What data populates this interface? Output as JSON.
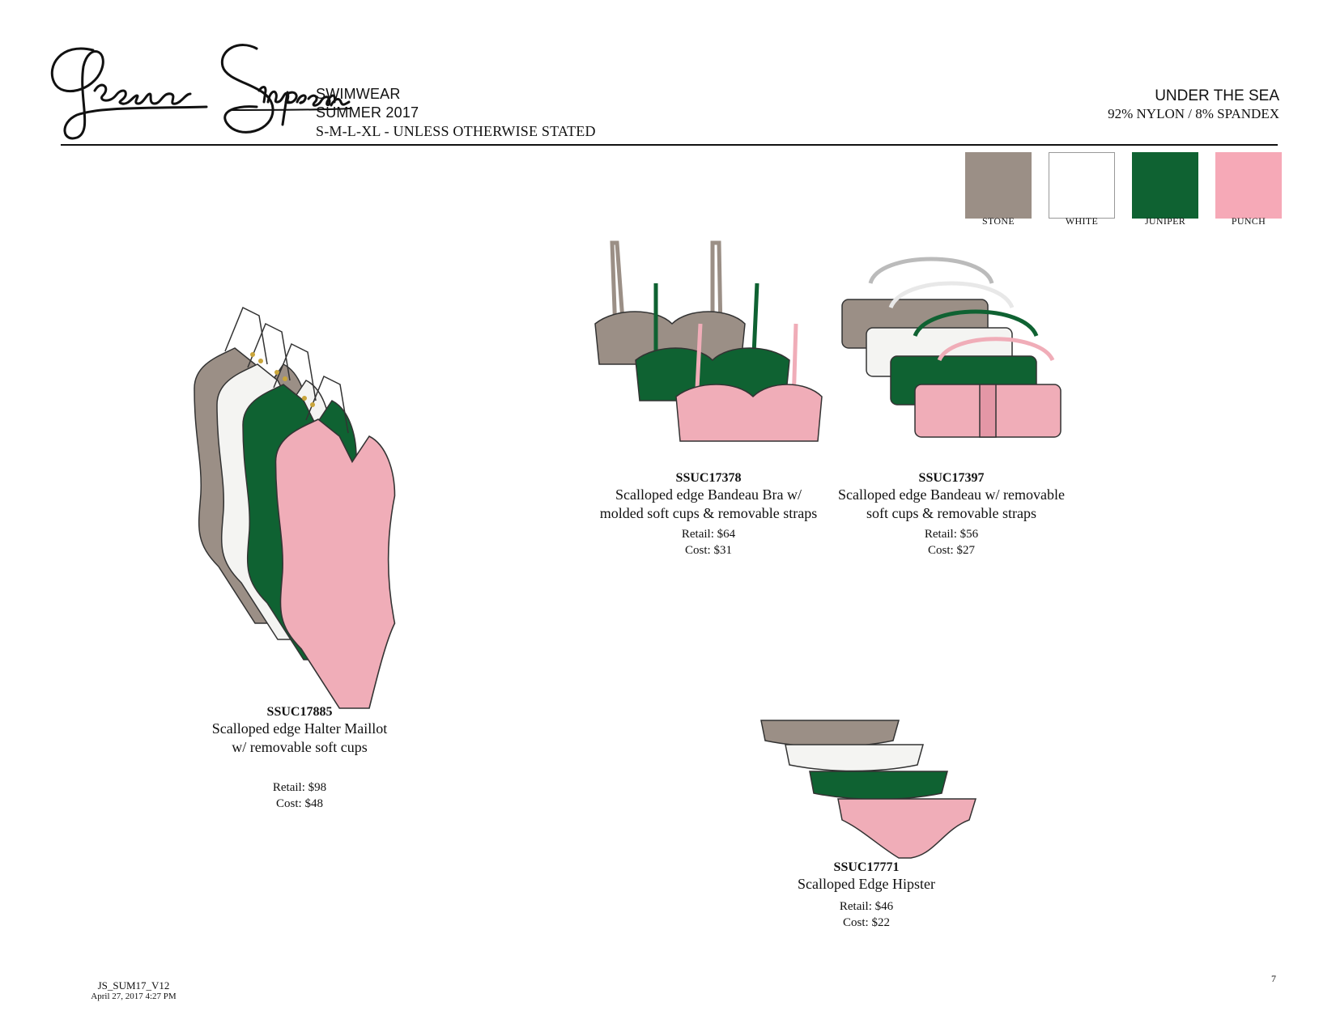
{
  "header": {
    "brand_logo_text": "Jessica Simpson",
    "category": "SWIMWEAR",
    "season": "SUMMER 2017",
    "sizes": "S-M-L-XL - UNLESS OTHERWISE STATED",
    "collection": "UNDER THE SEA",
    "fabric": "92% NYLON / 8% SPANDEX"
  },
  "swatches": [
    {
      "label": "STONE",
      "color": "#9b8f86"
    },
    {
      "label": "WHITE",
      "color": "#ffffff"
    },
    {
      "label": "JUNIPER",
      "color": "#0f6232"
    },
    {
      "label": "PUNCH",
      "color": "#f6a9b7"
    }
  ],
  "products": {
    "maillot": {
      "sku": "SSUC17885",
      "desc_line1": "Scalloped edge Halter Maillot",
      "desc_line2": "w/ removable soft cups",
      "retail": "Retail: $98",
      "cost": "Cost: $48"
    },
    "bra": {
      "sku": "SSUC17378",
      "desc_line1": "Scalloped edge Bandeau Bra w/",
      "desc_line2": "molded soft cups & removable straps",
      "retail": "Retail: $64",
      "cost": "Cost: $31"
    },
    "bandeau": {
      "sku": "SSUC17397",
      "desc_line1": "Scalloped edge Bandeau w/ removable",
      "desc_line2": "soft cups & removable straps",
      "retail": "Retail: $56",
      "cost": "Cost: $27"
    },
    "hipster": {
      "sku": "SSUC17771",
      "desc_line1": "Scalloped Edge Hipster",
      "retail": "Retail: $46",
      "cost": "Cost: $22"
    }
  },
  "footer": {
    "doc_code": "JS_SUM17_V12",
    "date": "April 27, 2017 4:27 PM",
    "page_number": "7"
  }
}
